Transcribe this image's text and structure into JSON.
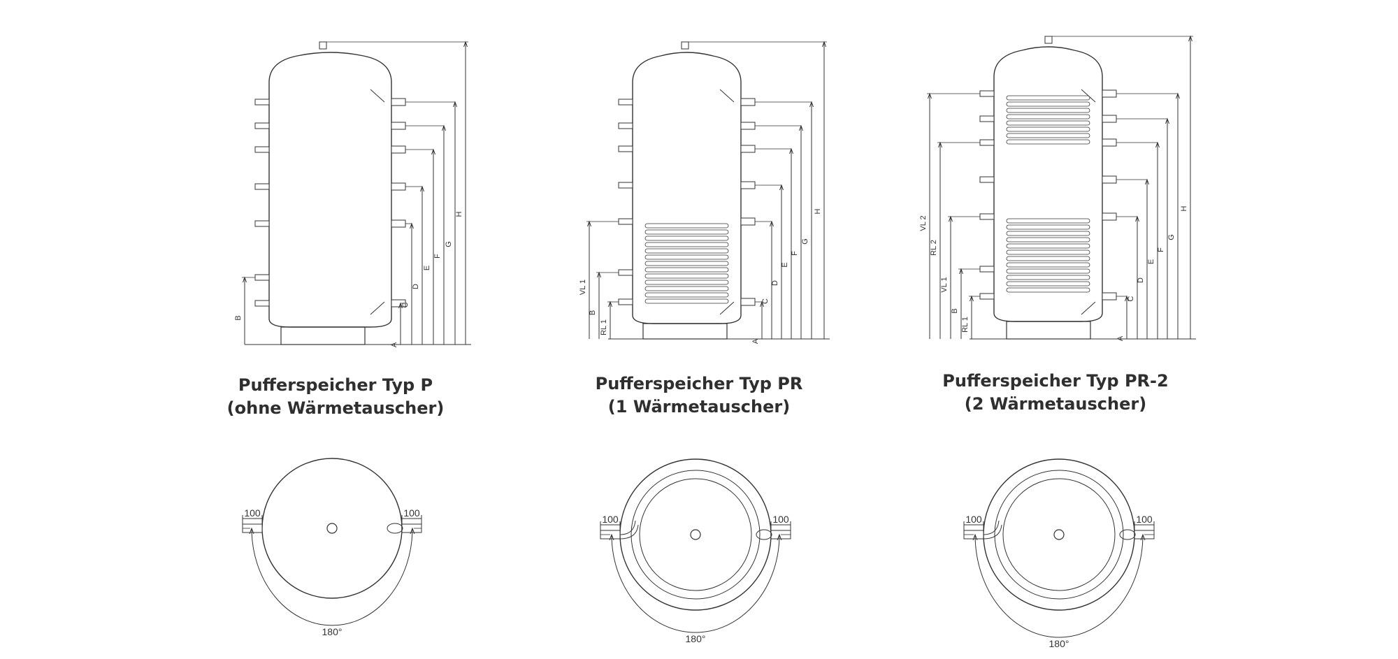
{
  "tanks": [
    {
      "title": "Pufferspeicher Typ P",
      "subtitle": "(ohne Wärmetauscher)",
      "coils": 0,
      "right_dims": [
        "A",
        "C",
        "D",
        "E",
        "F",
        "G",
        "H"
      ],
      "left_dims": [
        "B"
      ],
      "spacing_dims": [
        "100",
        "100"
      ],
      "angle": "180°"
    },
    {
      "title": "Pufferspeicher Typ PR",
      "subtitle": "(1 Wärmetauscher)",
      "coils": 1,
      "right_dims": [
        "A",
        "C",
        "D",
        "E",
        "F",
        "G",
        "H"
      ],
      "left_dims": [
        "RL 1",
        "B",
        "VL 1"
      ],
      "spacing_dims": [
        "100",
        "100"
      ],
      "angle": "180°"
    },
    {
      "title": "Pufferspeicher Typ PR-2",
      "subtitle": "(2 Wärmetauscher)",
      "coils": 2,
      "right_dims": [
        "A",
        "C",
        "D",
        "E",
        "F",
        "G",
        "H"
      ],
      "left_dims": [
        "RL 1",
        "B",
        "VL 1",
        "RL 2",
        "VL 2"
      ],
      "spacing_dims": [
        "100",
        "100"
      ],
      "angle": "180°"
    }
  ]
}
